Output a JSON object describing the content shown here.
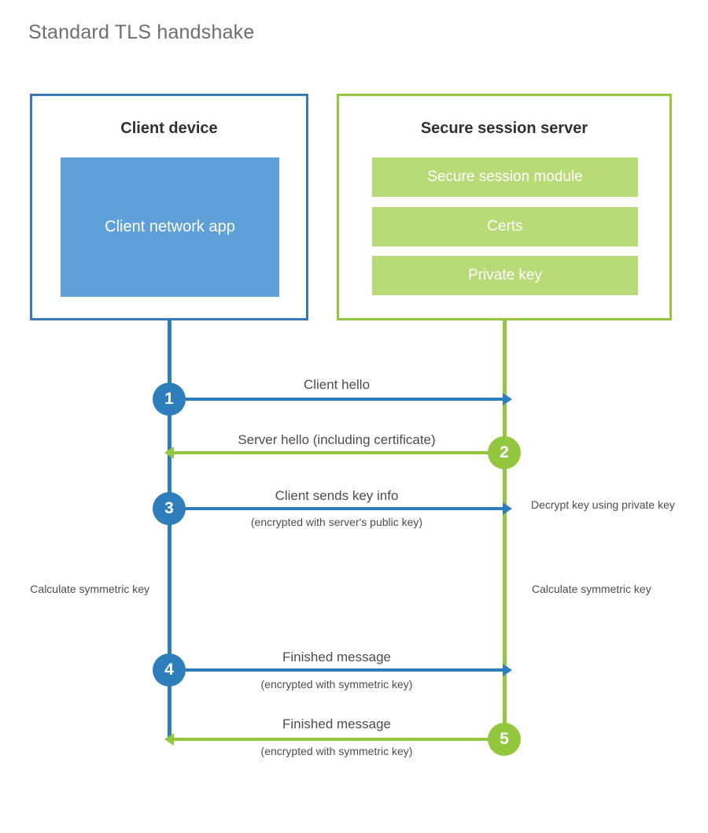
{
  "page": {
    "title": "Standard TLS handshake",
    "background": "#ffffff"
  },
  "colors": {
    "client_blue": "#2E7EBB",
    "client_blue_border": "#3B78B8",
    "client_app_fill": "#5FA0D8",
    "server_green": "#93C83E",
    "server_bar_fill": "#B8DA77",
    "text_gray": "#4d4d4d",
    "title_gray": "#6e6e6e",
    "heading_dark": "#2f3032"
  },
  "participants": {
    "client": {
      "title": "Client device",
      "app_label": "Client network app"
    },
    "server": {
      "title": "Secure session server",
      "modules": [
        "Secure session module",
        "Certs",
        "Private key"
      ]
    }
  },
  "steps": [
    {
      "number": "1",
      "label": "Client hello",
      "sublabel": "",
      "direction": "client-to-server",
      "color": "#2E7EBB"
    },
    {
      "number": "2",
      "label": "Server hello (including certificate)",
      "sublabel": "",
      "direction": "server-to-client",
      "color": "#93C83E"
    },
    {
      "number": "3",
      "label": "Client sends key info",
      "sublabel": "(encrypted with server's public key)",
      "direction": "client-to-server",
      "color": "#2E7EBB"
    },
    {
      "number": "4",
      "label": "Finished message",
      "sublabel": "(encrypted with symmetric key)",
      "direction": "client-to-server",
      "color": "#2E7EBB"
    },
    {
      "number": "5",
      "label": "Finished message",
      "sublabel": "(encrypted with symmetric key)",
      "direction": "server-to-client",
      "color": "#93C83E"
    }
  ],
  "notes": {
    "decrypt_key": "Decrypt key using private key",
    "client_calculate": "Calculate symmetric key",
    "server_calculate": "Calculate symmetric key"
  }
}
